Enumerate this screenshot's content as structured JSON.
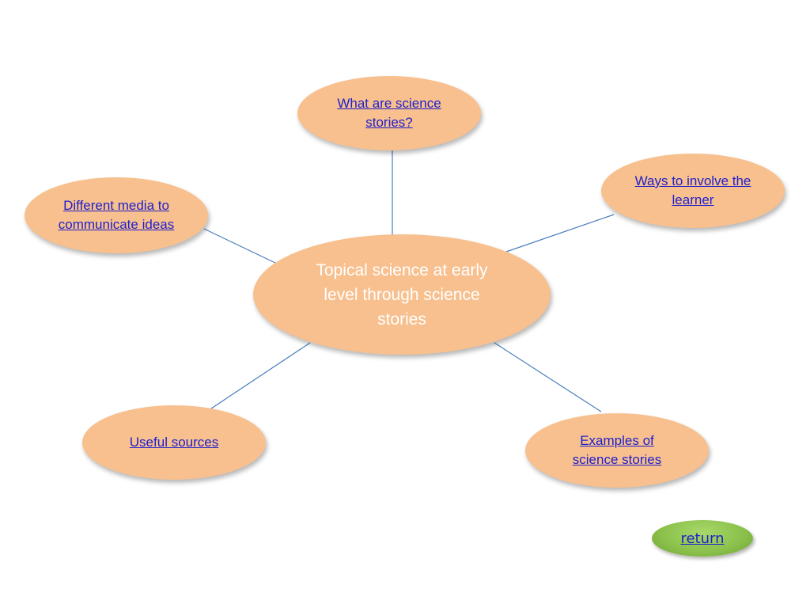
{
  "diagram": {
    "center": {
      "label": "Topical science at early level through science stories"
    },
    "nodes": [
      {
        "id": "what",
        "label": "What are science stories?"
      },
      {
        "id": "ways",
        "label": "Ways to involve the learner"
      },
      {
        "id": "media",
        "label": "Different media to communicate ideas"
      },
      {
        "id": "useful",
        "label": "Useful sources"
      },
      {
        "id": "examples",
        "label": "Examples of science stories"
      }
    ]
  },
  "nav": {
    "return_label": " return"
  },
  "colors": {
    "node_fill": "#f7c08e",
    "link_text": "#1f1fcc",
    "connector": "#4a7ebb",
    "return_button": "#8cc24c",
    "center_text": "#ffffff"
  }
}
